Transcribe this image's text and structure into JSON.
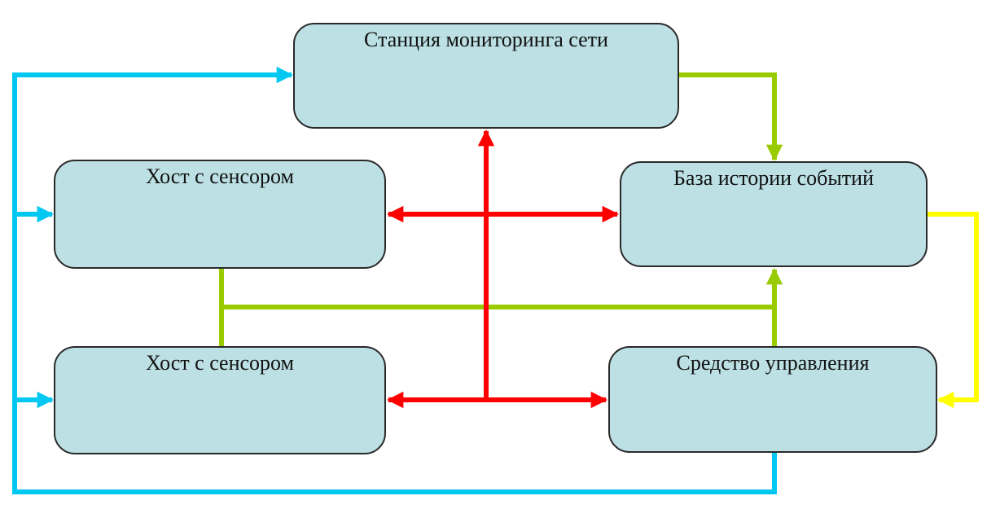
{
  "nodes": {
    "monitoring": {
      "label": "Станция мониторинга сети"
    },
    "host_1": {
      "label": "Хост с сенсором"
    },
    "event_db": {
      "label": "База истории событий"
    },
    "host_2": {
      "label": "Хост с сенсором"
    },
    "control": {
      "label": "Средство управления"
    }
  },
  "colors": {
    "node_fill": "#bce0e4",
    "node_border": "#2a2a2a",
    "blue_link": "#00c8f0",
    "red_link": "#ff0000",
    "green_link": "#99cc00",
    "yellow_link": "#ffff00"
  },
  "edges": [
    {
      "from": "control",
      "to": "monitoring",
      "color": "blue"
    },
    {
      "from": "control",
      "to": "host_1",
      "color": "blue"
    },
    {
      "from": "control",
      "to": "host_2",
      "color": "blue"
    },
    {
      "from": "monitoring",
      "to": "event_db",
      "color": "green"
    },
    {
      "from": "host_1",
      "to": "event_db",
      "color": "green"
    },
    {
      "from": "host_2",
      "to": "event_db",
      "color": "green"
    },
    {
      "from": "control",
      "to": "event_db",
      "color": "green"
    },
    {
      "from": "event_db",
      "to": "control",
      "color": "yellow"
    },
    {
      "from": "hub",
      "to": "monitoring",
      "color": "red"
    },
    {
      "from": "hub",
      "to": "host_1",
      "color": "red"
    },
    {
      "from": "hub",
      "to": "event_db",
      "color": "red"
    },
    {
      "from": "hub",
      "to": "host_2",
      "color": "red"
    },
    {
      "from": "hub",
      "to": "control",
      "color": "red"
    }
  ]
}
